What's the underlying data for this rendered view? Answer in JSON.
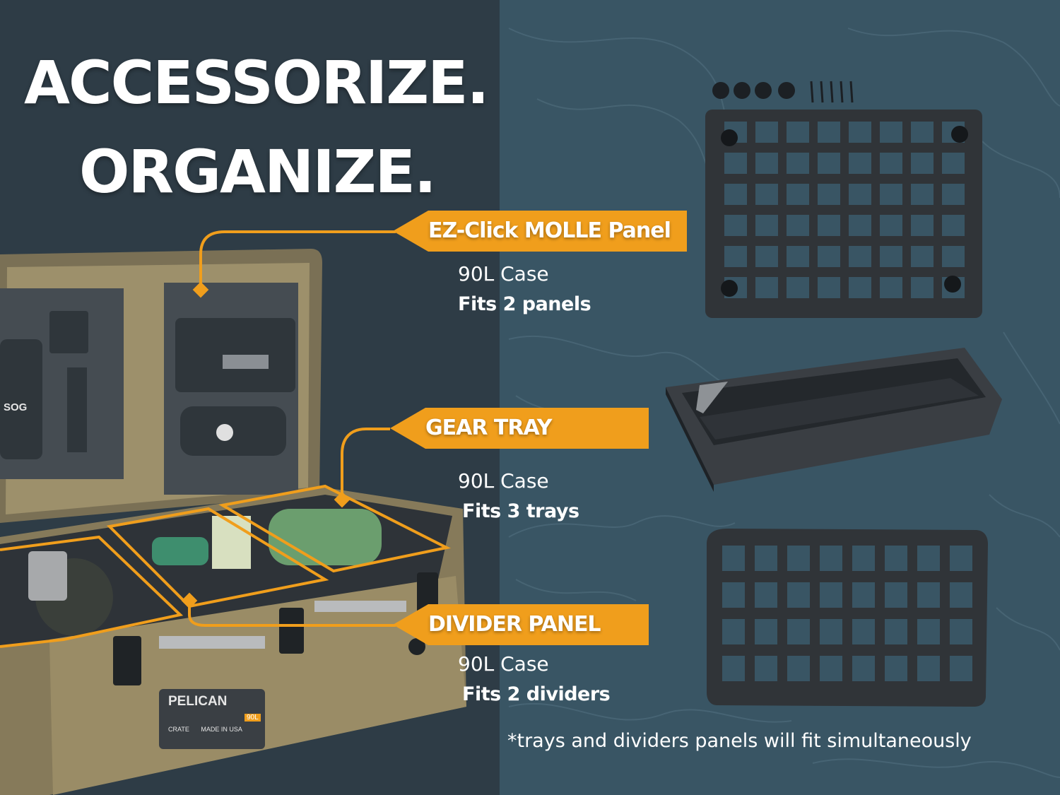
{
  "headline": {
    "line1": "ACCESSORIZE.",
    "line2": "ORGANIZE."
  },
  "products": [
    {
      "name": "EZ-Click MOLLE Panel",
      "case": "90L Case",
      "fit": "Fits 2 panels"
    },
    {
      "name": "GEAR TRAY",
      "case": "90L Case",
      "fit": "Fits 3 trays"
    },
    {
      "name": "DIVIDER PANEL",
      "case": "90L Case",
      "fit": "Fits 2 dividers"
    }
  ],
  "case_label": {
    "brand": "PELICAN",
    "size": "90L",
    "line": "CRATE",
    "origin": "MADE IN USA"
  },
  "pouch_brand": "SOG",
  "footnote": "*trays and dividers panels will fit simultaneously",
  "colors": {
    "accent": "#f09e1c",
    "left_bg": "#2e3c46",
    "right_bg": "#395564",
    "text": "#ffffff"
  }
}
